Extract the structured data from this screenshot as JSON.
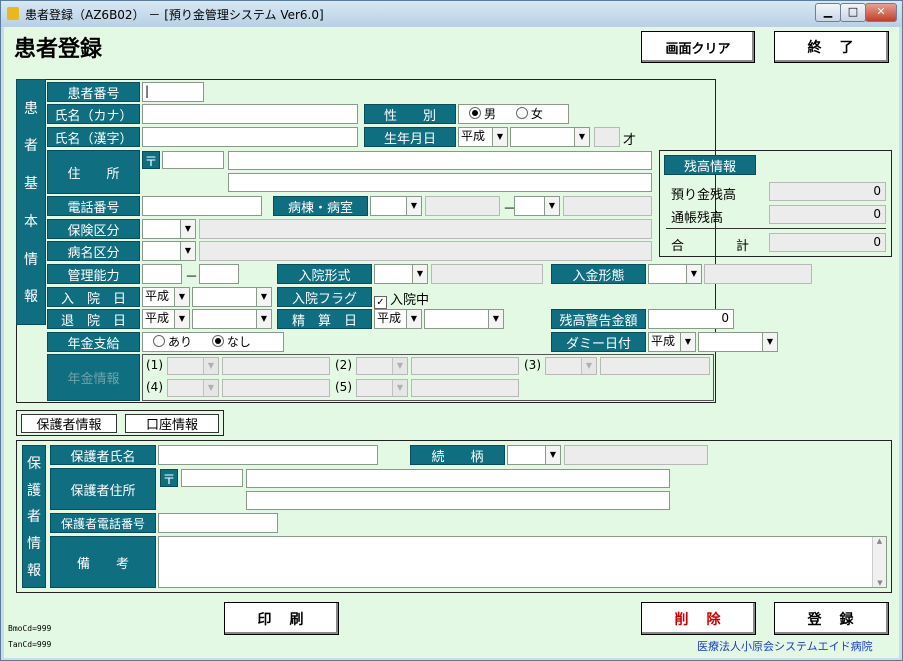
{
  "window": {
    "title": "患者登録（AZ6B02） － [預り金管理システム Ver6.0]"
  },
  "header": {
    "page_title": "患者登録",
    "clear_button": "画面クリア",
    "exit_button": "終　了"
  },
  "patient": {
    "section_label": [
      "患",
      "者",
      "基",
      "本",
      "情",
      "報"
    ],
    "patient_no_label": "患者番号",
    "name_kana_label": "氏名（カナ）",
    "name_kanji_label": "氏名（漢字）",
    "address_label": "住　　所",
    "postal_mark": "〒",
    "phone_label": "電話番号",
    "insurance_label": "保険区分",
    "disease_label": "病名区分",
    "capacity_label": "管理能力",
    "capacity_dash": "－",
    "admit_date_label": "入　院　日",
    "discharge_date_label": "退　院　日",
    "pension_label": "年金支給",
    "pension_info_label": "年金情報",
    "gender_label": "性　　別",
    "gender_male": "男",
    "gender_female": "女",
    "birth_label": "生年月日",
    "era_value": "平成",
    "age_unit": "才",
    "ward_label": "病棟・病室",
    "ward_dash": "－",
    "admit_type_label": "入院形式",
    "admit_flag_label": "入院フラグ",
    "admit_flag_text": "入院中",
    "settle_date_label": "精　算　日",
    "deposit_type_label": "入金形態",
    "warning_amount_label": "残高警告金額",
    "warning_amount_value": "0",
    "dummy_date_label": "ダミー日付",
    "pension_yes": "あり",
    "pension_no": "なし",
    "pension_slots": [
      "(1)",
      "(2)",
      "(3)",
      "(4)",
      "(5)"
    ]
  },
  "balance": {
    "title": "残高情報",
    "deposit_label": "預り金残高",
    "deposit_value": "0",
    "passbook_label": "通帳残高",
    "passbook_value": "0",
    "total_label": "合　　　　計",
    "total_value": "0"
  },
  "tabs": {
    "guardian": "保護者情報",
    "account": "口座情報"
  },
  "guardian": {
    "section_label": [
      "保",
      "護",
      "者",
      "情",
      "報"
    ],
    "name_label": "保護者氏名",
    "relation_label": "続　　柄",
    "address_label": "保護者住所",
    "postal_mark": "〒",
    "phone_label": "保護者電話番号",
    "remarks_label": "備　　考"
  },
  "footer": {
    "print_button": "印　刷",
    "delete_button": "削　除",
    "register_button": "登　録",
    "bmo_code": "BmoCd=999",
    "tan_code": "TanCd=999",
    "org_name": "医療法人小原会システムエイド病院"
  },
  "colors": {
    "accent": "#0f6e80",
    "background": "#e4f9e4",
    "delete_text": "#cc0000",
    "org_text": "#1a3ccc"
  }
}
